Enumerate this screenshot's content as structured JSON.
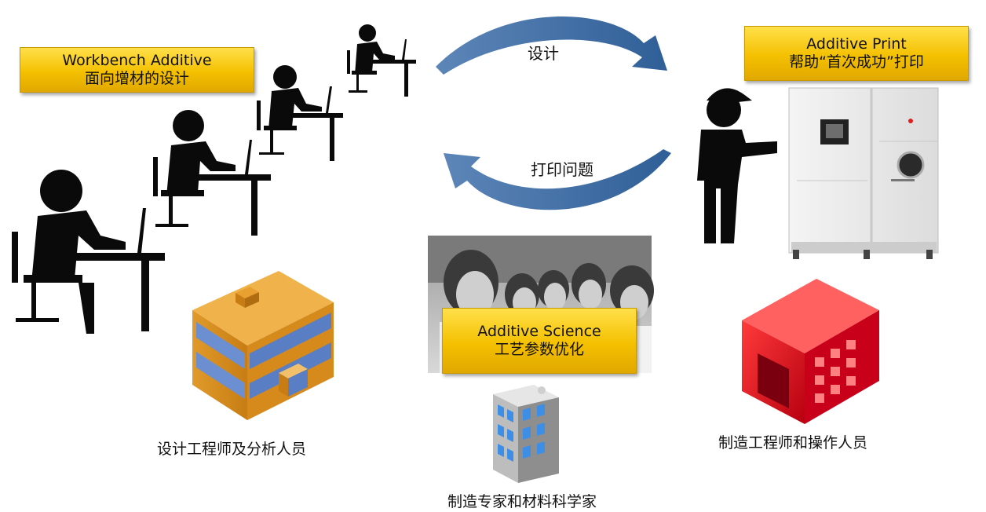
{
  "workbench_box": {
    "line1": "Workbench Additive",
    "line2": "面向增材的设计"
  },
  "print_box": {
    "line1": "Additive Print",
    "line2": "帮助“首次成功”打印"
  },
  "science_box": {
    "line1": "Additive Science",
    "line2": "工艺参数优化"
  },
  "arrows": {
    "top_label": "设计",
    "bottom_label": "打印问题",
    "color": "#2f5f97"
  },
  "captions": {
    "designers": "设计工程师及分析人员",
    "manufacturers": "制造工程师和操作人员",
    "scientists": "制造专家和材料科学家"
  },
  "icons": [
    "designer-figures",
    "office-building-icon",
    "operator-figure",
    "3d-printer-machine",
    "scientists-photo",
    "tall-building-icon",
    "factory-icon"
  ]
}
